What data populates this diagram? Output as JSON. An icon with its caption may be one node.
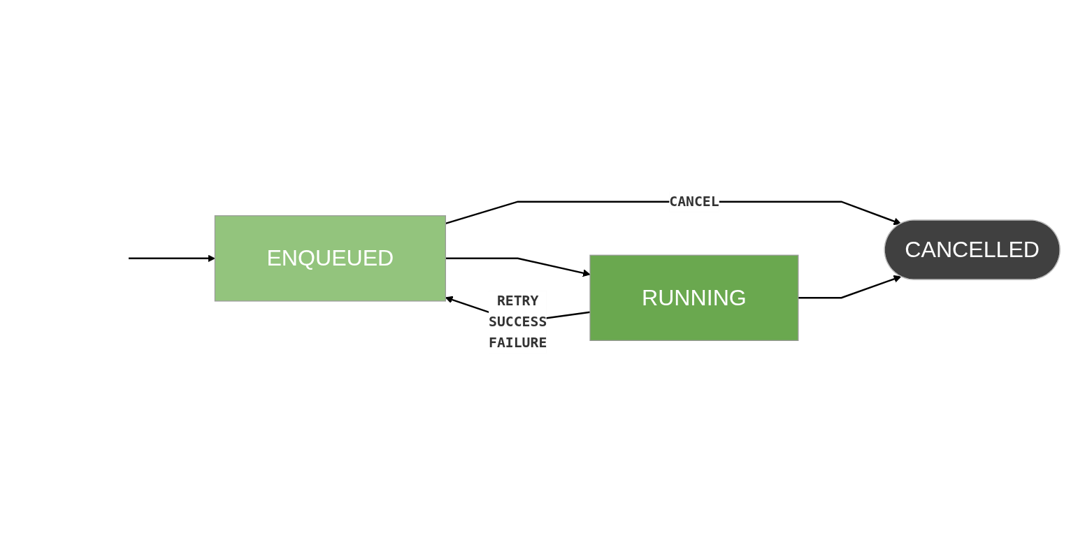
{
  "diagram": {
    "nodes": [
      {
        "text": [
          "ENQUEUED"
        ]
      },
      {
        "text": [
          "RUNNING"
        ]
      },
      {
        "text": [
          "CANCELLED"
        ]
      }
    ],
    "edges": [
      {
        "from": null,
        "to": 0,
        "arrow": "to"
      },
      {
        "from": 0,
        "to": 1,
        "arrow": "to"
      },
      {
        "from": 1,
        "to": 0,
        "label": "RETRY SUCCESS FAILURE",
        "arrow": "to"
      },
      {
        "from": 0,
        "to": 2,
        "label": "CANCEL",
        "arrow": "to"
      },
      {
        "from": 1,
        "to": 2,
        "arrow": "to"
      }
    ]
  }
}
